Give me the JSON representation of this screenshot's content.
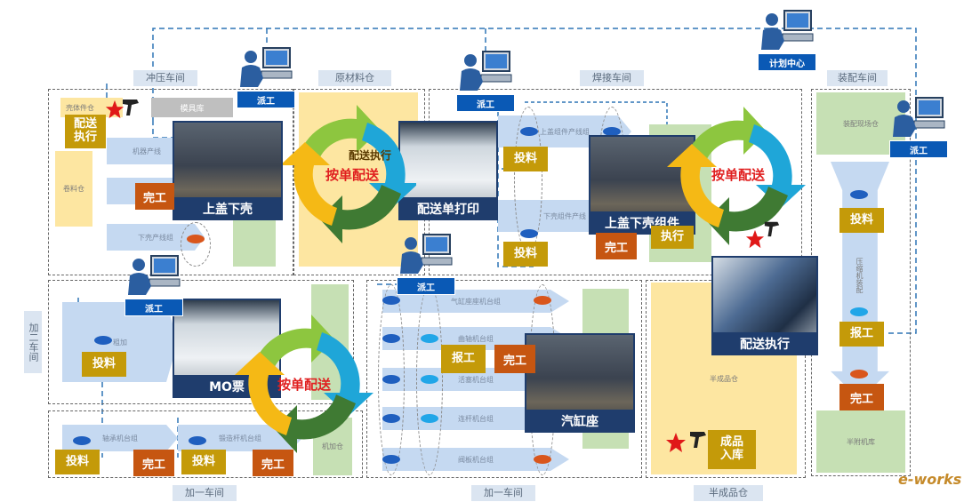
{
  "workshops": {
    "stamping": "冲压车间",
    "raw_material": "原材料仓",
    "welding": "焊接车间",
    "assembly": "装配车间",
    "machining_two": "加二车间",
    "machining_one_left": "加一车间",
    "machining_one_right": "加一车间",
    "semi_finished": "半成品仓"
  },
  "plan_center": "计划中心",
  "dispatch_label": "派工",
  "ops": {
    "delivery_exec": "配送执行",
    "complete": "完工",
    "feed": "投料",
    "report": "报工",
    "finished_storage": "成品入库",
    "delivery_by_order": "按单配送",
    "execute": "执行"
  },
  "photo_captions": {
    "upper_lower_shell": "上盖下壳",
    "delivery_print": "配送单打印",
    "shell_assembly": "上盖下壳组件",
    "delivery_execution": "配送执行",
    "mo_ticket": "MO票",
    "cylinder_seat": "汽缸座"
  },
  "small_labels": {
    "shell_parts": "壳体件仓",
    "tool_store": "模具库",
    "coil_store": "卷料仓",
    "upper_line": "机器产线",
    "lower_line": "下壳产线组",
    "upper_assy_line": "上盖组件产线组",
    "lower_assy_line": "下壳组件产线",
    "assembly_site": "装配现场仓",
    "assembly_line": "压缩机装配",
    "semi_store": "半成品仓",
    "motor_store": "半附机库",
    "cylinder_line": "气缸座座机台组",
    "crank_line": "曲轴机台组",
    "piston_line": "活塞机台组",
    "rod_line": "连杆机台组",
    "valve_line": "阀板机台组",
    "bearing_line": "轴承机台组",
    "conrod_line": "锻造杆机台组",
    "spare_store": "机加仓",
    "finish": "粗加"
  },
  "colors": {
    "gold": "#c49a09",
    "orange": "#c65611",
    "navy": "#1f3d6d",
    "dispatch_blue": "#0a59b5",
    "pale_blue": "#c5d9f1",
    "pale_yellow": "#fde6a1",
    "pale_green": "#c6e0b4"
  },
  "watermark": "e-works"
}
